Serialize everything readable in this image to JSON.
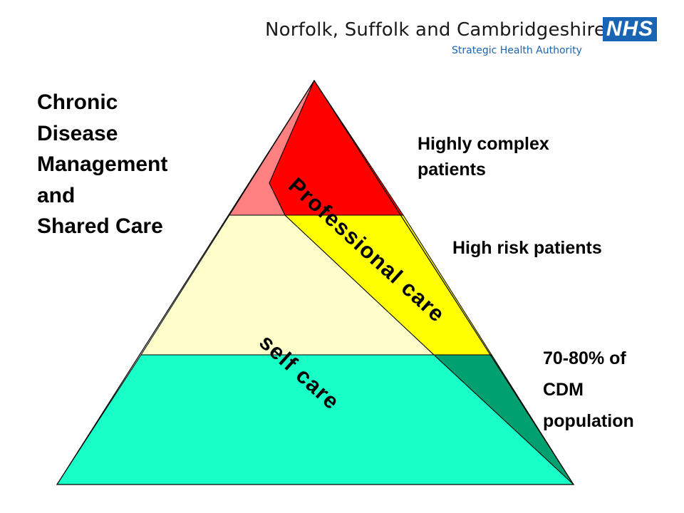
{
  "header": {
    "organisation": "Norfolk, Suffolk and Cambridgeshire",
    "subtitle": "Strategic Health Authority",
    "logo_text": "NHS",
    "logo_color": "#1a64b4"
  },
  "title_lines": [
    "Chronic",
    "Disease",
    "Management",
    "and",
    "Shared Care"
  ],
  "pyramid": {
    "diagonal_labels": {
      "upper": "Professional care",
      "lower": "self care"
    },
    "colors": {
      "top_professional": "#ff0000",
      "top_self": "#ff8080",
      "middle_professional": "#ffff00",
      "middle_self": "#ffffcc",
      "bottom_professional": "#00a070",
      "bottom_self": "#19ffc8"
    }
  },
  "levels": [
    {
      "name": "top",
      "label_lines": [
        "Highly complex",
        "patients"
      ]
    },
    {
      "name": "middle",
      "label_lines": [
        "High risk patients"
      ]
    },
    {
      "name": "bottom",
      "label_lines": [
        "70-80% of",
        "CDM",
        "population"
      ]
    }
  ]
}
